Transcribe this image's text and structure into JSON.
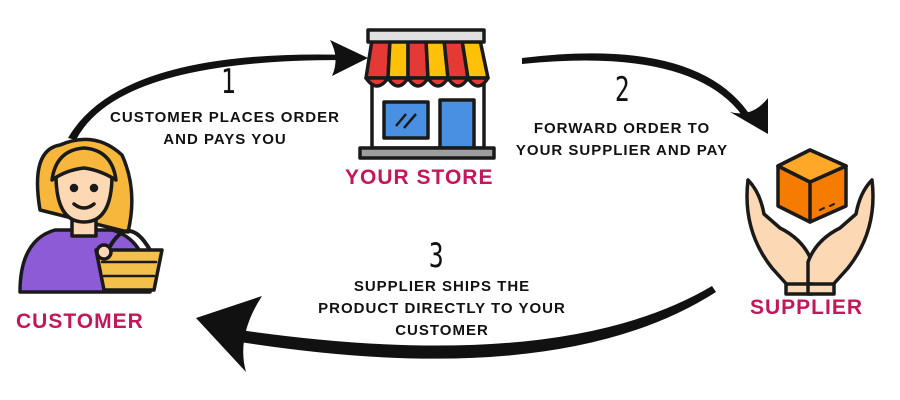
{
  "actors": {
    "customer": "CUSTOMER",
    "store": "YOUR STORE",
    "supplier": "SUPPLIER"
  },
  "steps": [
    {
      "number": "1",
      "lines": [
        "CUSTOMER PLACES ORDER",
        "AND PAYS YOU"
      ]
    },
    {
      "number": "2",
      "lines": [
        "FORWARD ORDER TO",
        "YOUR SUPPLIER AND PAY"
      ]
    },
    {
      "number": "3",
      "lines": [
        "SUPPLIER SHIPS THE",
        "PRODUCT DIRECTLY TO YOUR",
        "CUSTOMER"
      ]
    }
  ],
  "icons": [
    "customer-icon",
    "store-icon",
    "supplier-box-icon"
  ],
  "colors": {
    "label": "#c2185b",
    "awning_red": "#e53935",
    "awning_yellow": "#ffc107",
    "window_blue": "#4a90e2",
    "box_orange": "#f57c00",
    "skin": "#fcd8b5",
    "hair": "#f6b73c",
    "shirt": "#8e5bd6",
    "basket": "#f3c04c",
    "arrow": "#111111"
  }
}
